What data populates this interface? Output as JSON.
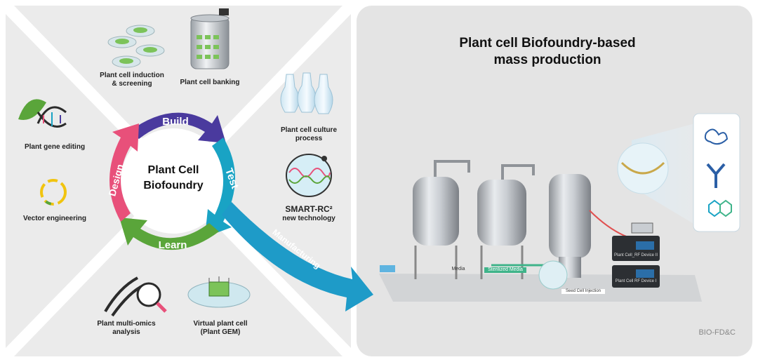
{
  "center": {
    "line1": "Plant Cell",
    "line2": "Biofoundry"
  },
  "cycle": {
    "build": "Build",
    "test": "Test",
    "learn": "Learn",
    "design": "Design"
  },
  "arrow": {
    "manufacturing": "Manufacturing"
  },
  "items": {
    "induction": "Plant cell induction\n& screening",
    "banking": "Plant cell banking",
    "culture": "Plant cell culture\nprocess",
    "smart_title": "SMART-RC²",
    "smart_sub": "new technology",
    "gene_editing": "Plant gene editing",
    "vector": "Vector engineering",
    "multiomics": "Plant multi-omics\nanalysis",
    "virtual": "Virtual plant cell\n(Plant GEM)"
  },
  "right": {
    "title": "Plant cell Biofoundry-based\nmass production",
    "tag": "BIO-FD&C",
    "media": "Media",
    "sterilized_media": "Sterilized Media",
    "seed_injection": "Seed Cell Injection",
    "device_2": "Plant Cell_RF Device II",
    "device_1": "Plant Cell RF Device I"
  },
  "colors": {
    "build": "#4a3a9e",
    "test": "#19a3c4",
    "learn": "#5aa53a",
    "design": "#e8507a",
    "manufacturing": "#1e9bc8",
    "panel_bg": "#ebebeb",
    "right_panel": "#e4e4e4"
  }
}
